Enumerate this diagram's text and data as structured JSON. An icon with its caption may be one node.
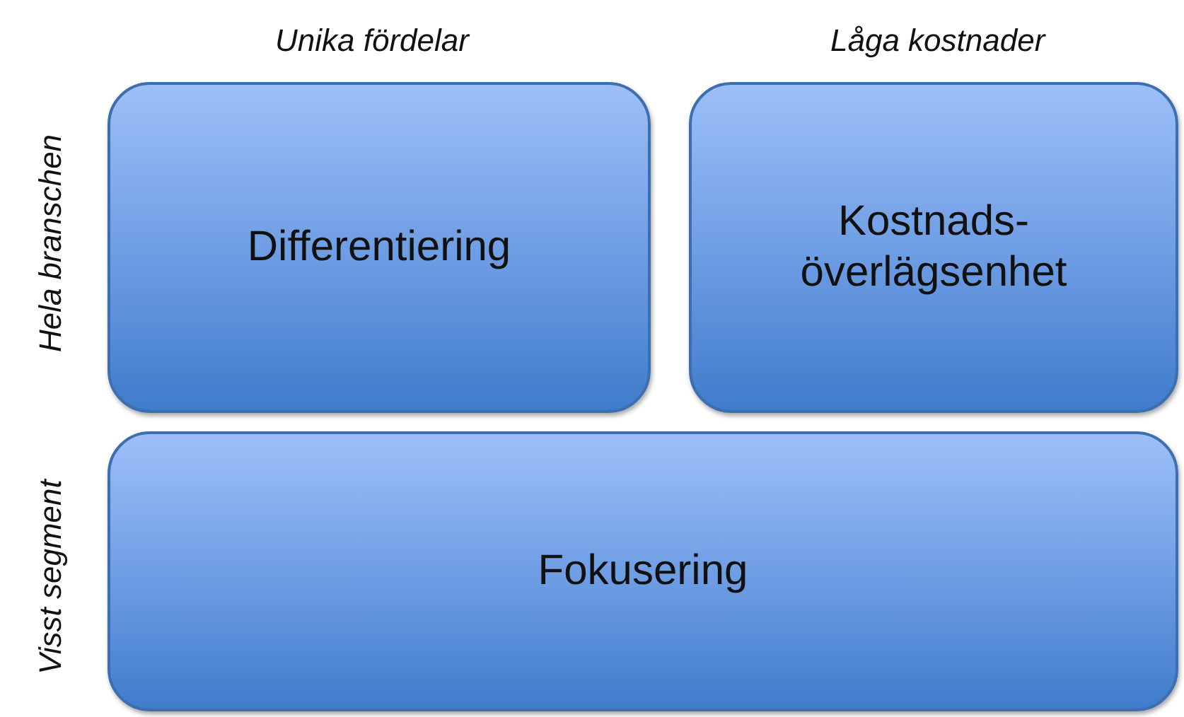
{
  "diagram": {
    "nodes": [
      {
        "text": [
          "Differentiering"
        ]
      },
      {
        "text": [
          "Kostnads- överlägsenhet"
        ]
      },
      {
        "text": [
          "Fokusering"
        ]
      }
    ],
    "labels": [
      "Unika fördelar",
      "Låga kostnader",
      "Hela branschen",
      "Visst segment"
    ]
  }
}
